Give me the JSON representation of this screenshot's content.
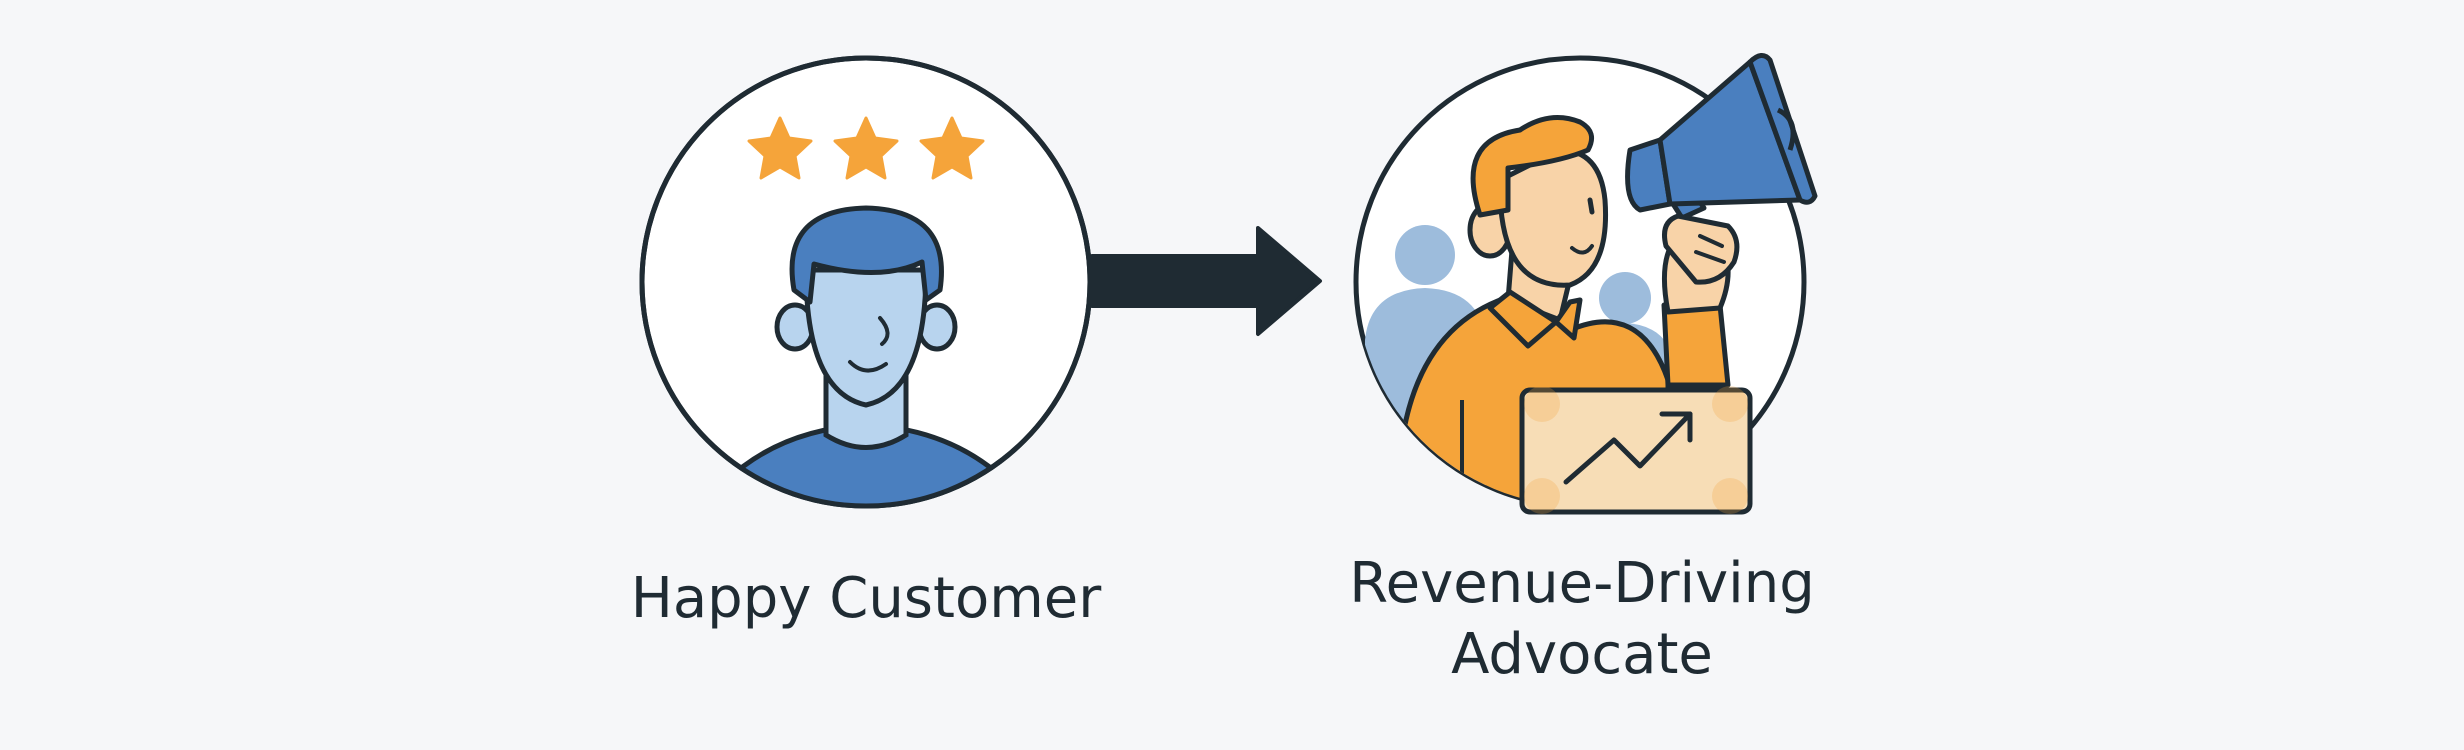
{
  "diagram": {
    "left_node": {
      "label": "Happy Customer",
      "icon": "happy-customer-icon",
      "rating_stars": 3
    },
    "right_node": {
      "label_line1": "Revenue-Driving",
      "label_line2": "Advocate",
      "icon": "advocate-megaphone-icon"
    },
    "connector": "arrow-right-icon"
  },
  "colors": {
    "background": "#f6f7f9",
    "outline": "#1f2b33",
    "blue": "#4a7fbf",
    "light_blue": "#b8d4ee",
    "orange": "#f5a43a",
    "skin": "#f8d3a8",
    "star": "#f5a43a",
    "crowd": "#9dbcdc",
    "chart_panel": "#f7ddb6"
  }
}
